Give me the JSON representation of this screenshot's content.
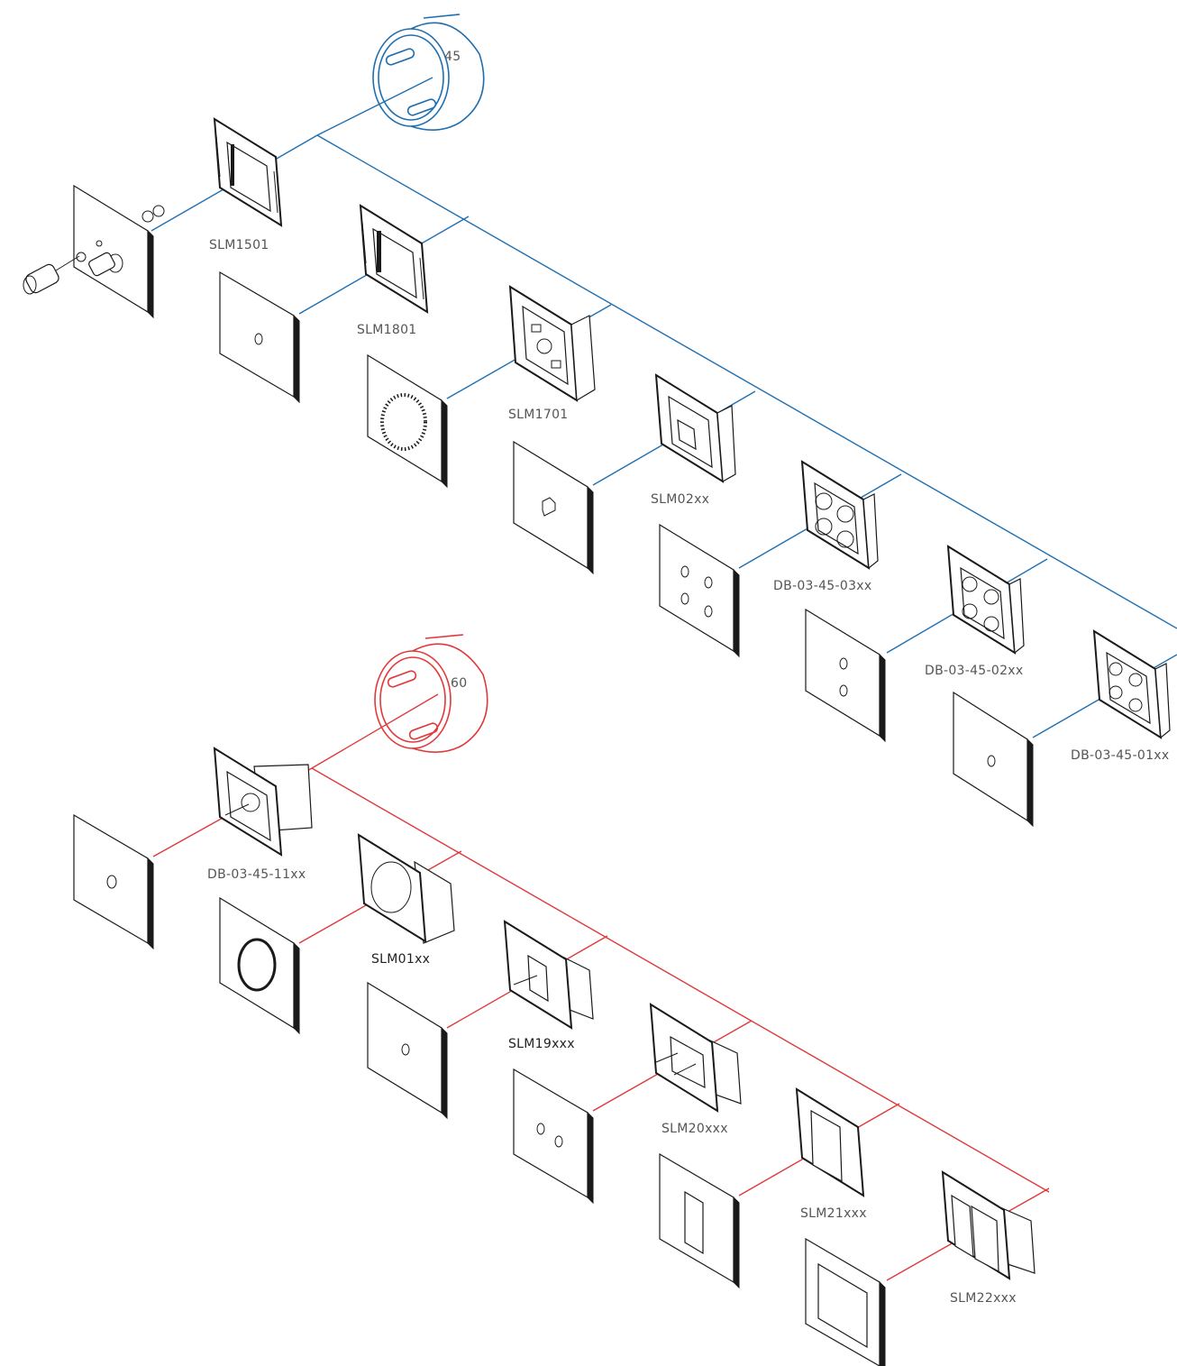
{
  "colors": {
    "series_45": "#1f6fb0",
    "series_60": "#e0393b",
    "line": "#1a1a1a"
  },
  "boxes": {
    "box_45": {
      "label": "45"
    },
    "box_60": {
      "label": "60"
    }
  },
  "rows": {
    "row_45": [
      {
        "code": "SLM1501",
        "plate_icon": "speaker-terminals-icon"
      },
      {
        "code": "SLM1801",
        "plate_icon": "single-hole-icon"
      },
      {
        "code": "SLM1701",
        "plate_icon": "dotted-ring-icon"
      },
      {
        "code": "SLM02xx",
        "plate_icon": "network-jack-icon"
      },
      {
        "code": "DB-03-45-03xx",
        "plate_icon": "four-holes-icon"
      },
      {
        "code": "DB-03-45-02xx",
        "plate_icon": "two-holes-icon"
      },
      {
        "code": "DB-03-45-01xx",
        "plate_icon": "single-hole-icon"
      }
    ],
    "row_60": [
      {
        "code": "DB-03-45-11xx",
        "plate_icon": "single-hole-icon"
      },
      {
        "code": "SLM01xx",
        "plate_icon": "round-socket-icon"
      },
      {
        "code": "SLM19xxx",
        "plate_icon": "single-hole-icon"
      },
      {
        "code": "SLM20xxx",
        "plate_icon": "two-holes-icon"
      },
      {
        "code": "SLM21xxx",
        "plate_icon": "rectangular-cutout-icon"
      },
      {
        "code": "SLM22xxx",
        "plate_icon": "square-cutout-icon"
      }
    ]
  }
}
